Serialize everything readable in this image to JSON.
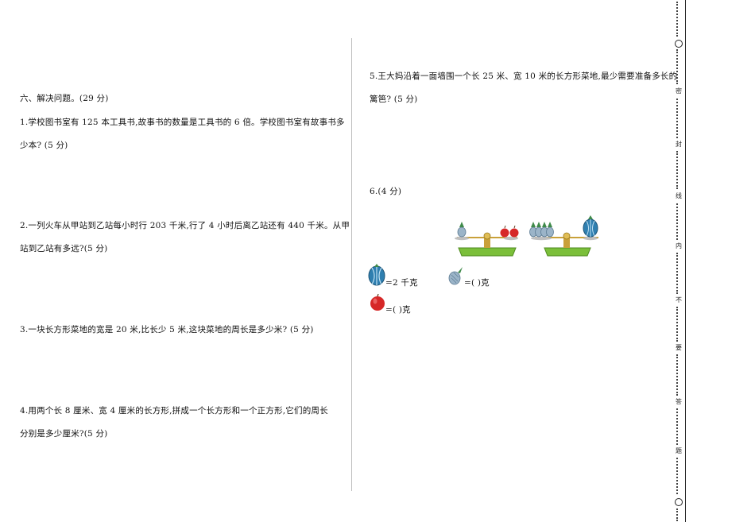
{
  "section": {
    "heading": "六、解决问题。(29 分)"
  },
  "questions": {
    "q1": {
      "line1": "1.学校图书室有 125 本工具书,故事书的数量是工具书的 6 倍。学校图书室有故事书多",
      "line2": "少本? (5 分)"
    },
    "q2": {
      "line1": "2.一列火车从甲站到乙站每小时行 203 千米,行了 4 小时后离乙站还有 440 千米。从甲",
      "line2": "站到乙站有多远?(5 分)"
    },
    "q3": {
      "line1": "3.一块长方形菜地的宽是 20 米,比长少 5 米,这块菜地的周长是多少米? (5 分)"
    },
    "q4": {
      "line1": "4.用两个长 8 厘米、宽 4 厘米的长方形,拼成一个长方形和一个正方形,它们的周长",
      "line2": "分别是多少厘米?(5 分)"
    },
    "q5": {
      "line1": "5.王大妈沿着一面墙围一个长 25 米、宽 10 米的长方形菜地,最少需要准备多长的",
      "line2": "篱笆? (5 分)"
    },
    "q6": {
      "label": "6.(4 分)",
      "melon_eq": "=2 千克",
      "pineapple_eq": "=(      )克",
      "apple_eq": "=(      )克"
    }
  },
  "seal_line": {
    "chars": [
      "密",
      "封",
      "线",
      "内",
      "不",
      "要",
      "答",
      "题"
    ]
  },
  "icons": {
    "balance": "balance-scale-icon",
    "melon": "melon-icon",
    "pineapple": "pineapple-icon",
    "apple": "apple-icon"
  },
  "colors": {
    "scale_base": "#7bbf3a",
    "melon": "#2f7fb0",
    "apple": "#d62828",
    "pineapple": "#9bb4c8",
    "scale_brass": "#c9a13a"
  }
}
